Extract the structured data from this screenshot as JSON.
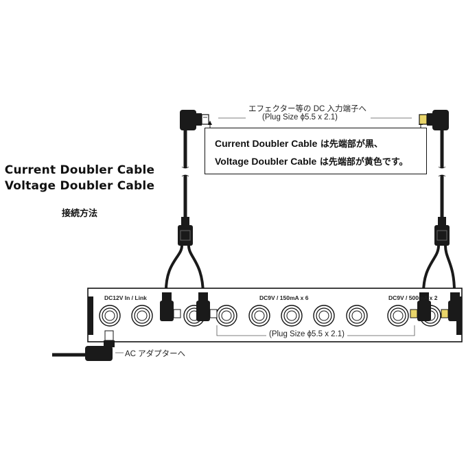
{
  "title": {
    "line1": "Current Doubler Cable",
    "line2": "Voltage Doubler Cable",
    "subtitle": "接続方法"
  },
  "dc_input_label": {
    "line1": "エフェクター等の DC 入力端子へ",
    "line2": "(Plug Size ϕ5.5 x 2.1)"
  },
  "note": {
    "line1_main": "Current Doubler Cable",
    "line1_rest": " は先端部が黒、",
    "line2_main": "Voltage Doubler Cable",
    "line2_rest": " は先端部が黄色です。"
  },
  "unit": {
    "label_dc12v": "DC12V In / Link",
    "label_dc9v_150": "DC9V / 150mA x 6",
    "label_dc9v_500": "DC9V / 500mA x 2",
    "plug_size": "(Plug Size ϕ5.5 x 2.1)",
    "ac_adapter": "AC アダプターへ"
  },
  "colors": {
    "line": "#111111",
    "jack_fill": "#ffffff",
    "voltage_tip": "#e9d56a",
    "cable": "#1a1a1a"
  }
}
